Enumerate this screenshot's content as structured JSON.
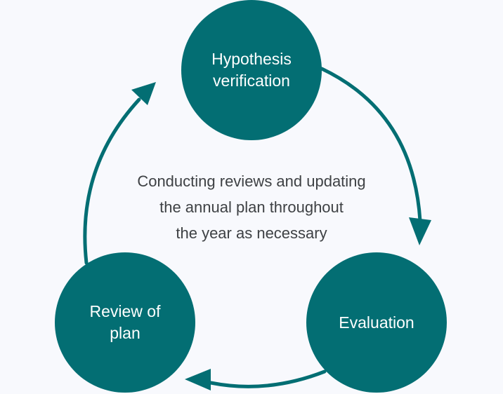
{
  "colors": {
    "node_fill": "#036e73",
    "arrow": "#036e73",
    "node_text": "#ffffff",
    "center_text": "#3e4144",
    "background": "#f8f9fd"
  },
  "nodes": {
    "hypothesis": {
      "label": "Hypothesis\nverification"
    },
    "evaluation": {
      "label": "Evaluation"
    },
    "review": {
      "label": "Review of\nplan"
    }
  },
  "center": {
    "text": "Conducting reviews and updating\nthe annual plan throughout\nthe year as necessary"
  }
}
